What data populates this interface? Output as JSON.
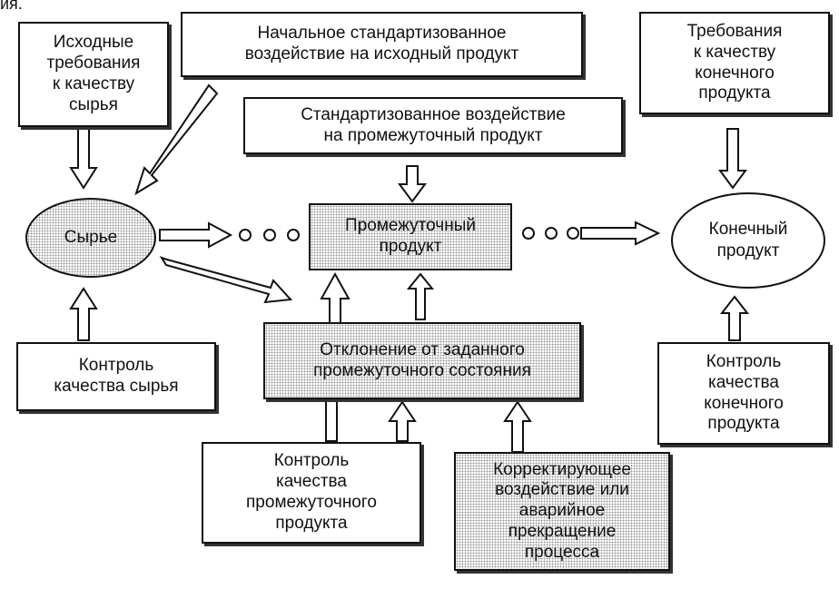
{
  "corner_text": "ия.",
  "nodes": {
    "raw_requirements": "Исходные\nтребования\nк качеству\nсырья",
    "initial_action": "Начальное стандартизованное\nвоздействие на исходный продукт",
    "final_requirements": "Требования\nк качеству\nконечного\nпродукта",
    "intermediate_action": "Стандартизованное воздействие\nна промежуточный продукт",
    "raw": "Сырье",
    "intermediate": "Промежуточный\nпродукт",
    "final": "Конечный\nпродукт",
    "deviation": "Отклонение от заданного\nпромежуточного состояния",
    "raw_control": "Контроль\nкачества   сырья",
    "final_control": "Контроль\nкачества\nконечного\nпродукта",
    "intermediate_control": "Контроль\nкачества\nпромежуточного\nпродукта",
    "correction": "Корректирующее\nвоздействие или\nаварийное\nпрекращение\nпроцесса"
  }
}
